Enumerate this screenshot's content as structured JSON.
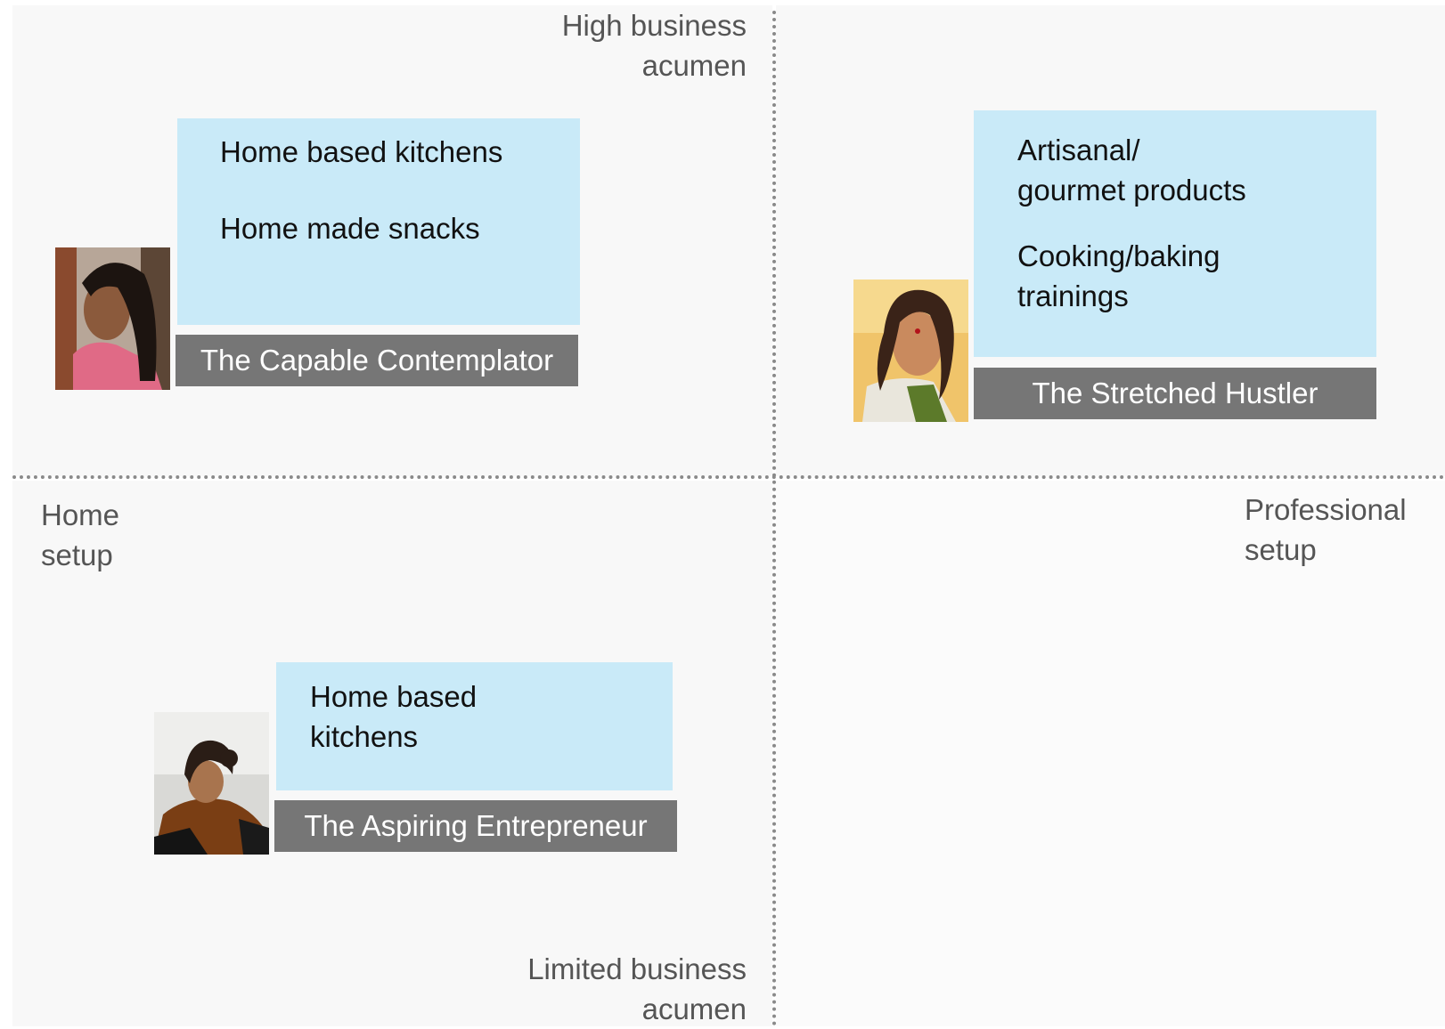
{
  "axes": {
    "top": [
      "High business",
      "acumen"
    ],
    "bottom": [
      "Limited business",
      "acumen"
    ],
    "left": [
      "Home",
      "setup"
    ],
    "right": [
      "Professional",
      "setup"
    ]
  },
  "personas": [
    {
      "name": "The Capable Contemplator",
      "items": [
        "Home based kitchens",
        "Home made snacks"
      ],
      "portrait": "woman-portrait-icon"
    },
    {
      "name": "The Stretched Hustler",
      "items": [
        [
          "Artisanal/",
          "gourmet products"
        ],
        [
          "Cooking/baking",
          "trainings"
        ]
      ],
      "portrait": "woman-portrait-icon"
    },
    {
      "name": "The Aspiring Entrepreneur",
      "items": [
        [
          "Home based",
          "kitchens"
        ]
      ],
      "portrait": "woman-portrait-icon"
    }
  ],
  "colors": {
    "info_box": "#c9eaf8",
    "label_bg": "#767676",
    "axis_text": "#555555",
    "divider": "#8a8a8a"
  }
}
